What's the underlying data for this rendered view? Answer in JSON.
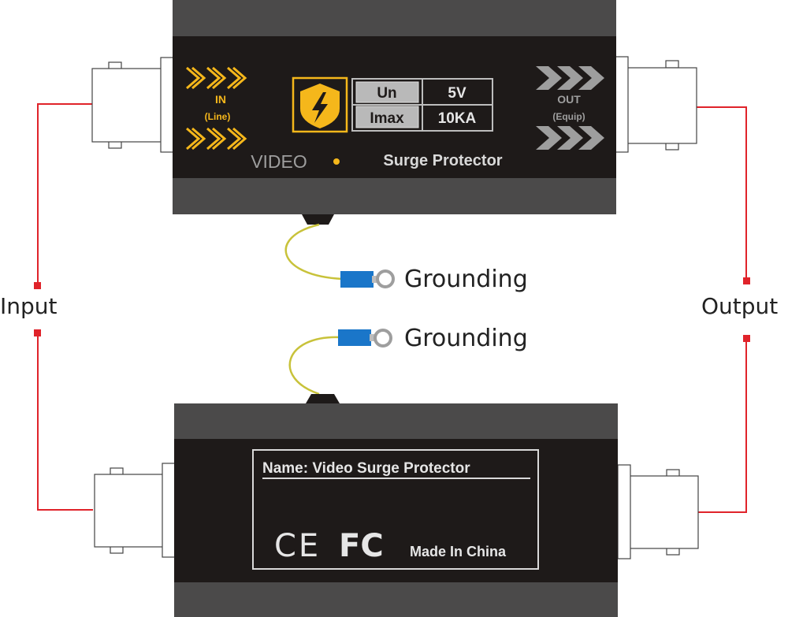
{
  "top_device": {
    "in_label": "IN",
    "in_sub": "(Line)",
    "out_label": "OUT",
    "out_sub": "(Equip)",
    "video_label": "VIDEO",
    "product_label": "Surge Protector",
    "shield_icon": "lightning-shield-icon",
    "spec_table": [
      {
        "name": "Un",
        "value": "5V"
      },
      {
        "name": "Imax",
        "value": "10KA"
      }
    ]
  },
  "bottom_device": {
    "name_label": "Name: Video Surge Protector",
    "marks": [
      "CE",
      "FC"
    ],
    "origin": "Made In China"
  },
  "labels": {
    "input": "Input",
    "output": "Output",
    "grounding_top": "Grounding",
    "grounding_bottom": "Grounding"
  },
  "colors": {
    "body_dark": "#1e1a19",
    "body_gray": "#4b4a4a",
    "accent_yellow": "#f5b71b",
    "arrow_gray": "#9e9e9e",
    "wire_red": "#e0232a",
    "ground_wire": "#c8c23a",
    "lug_blue": "#1a76c9"
  }
}
